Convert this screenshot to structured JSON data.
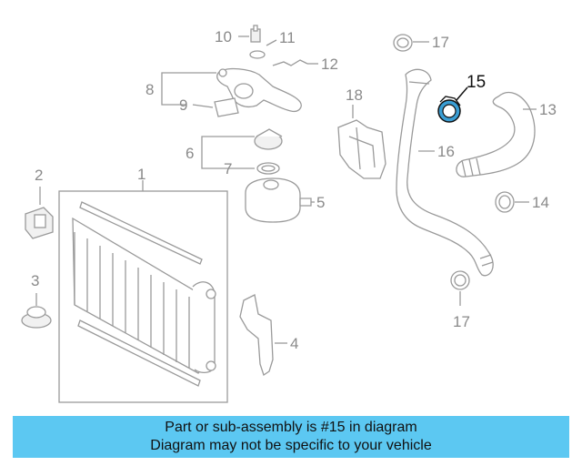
{
  "diagram": {
    "highlighted_part": "15",
    "highlight_color": "#3a9ed4",
    "callouts": [
      "1",
      "2",
      "3",
      "4",
      "5",
      "6",
      "7",
      "8",
      "9",
      "10",
      "11",
      "12",
      "13",
      "14",
      "15",
      "16",
      "17",
      "17",
      "18"
    ]
  },
  "banner": {
    "line1": "Part or sub-assembly is #15 in diagram",
    "line2": "Diagram may not be specific to your vehicle",
    "background": "#5cc8f2"
  }
}
